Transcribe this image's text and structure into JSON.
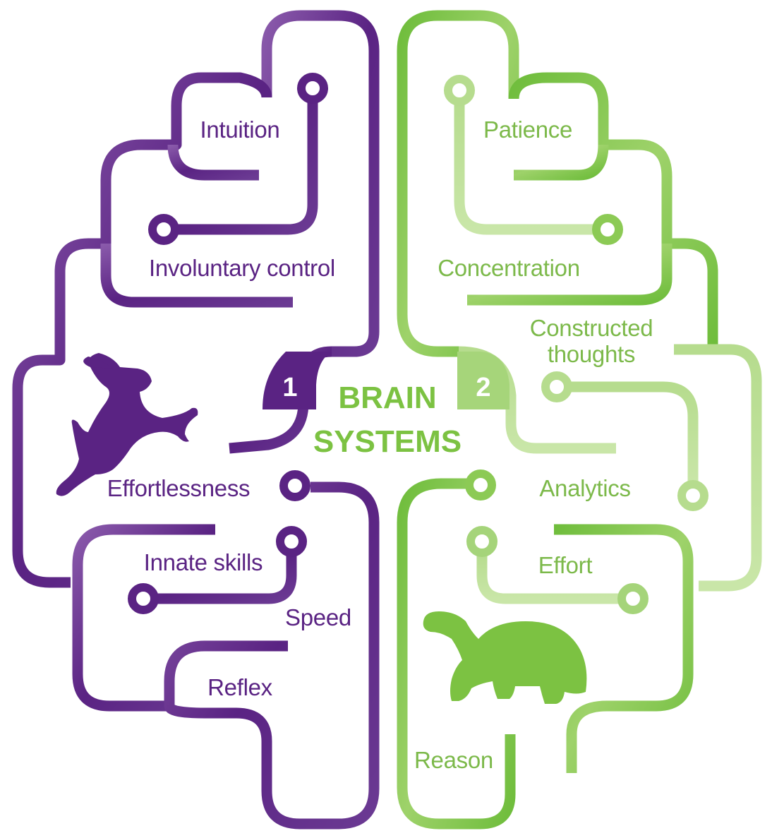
{
  "title": {
    "line1": "BRAIN",
    "line2": "SYSTEMS"
  },
  "system_1": {
    "number": "1",
    "color": "#5a2383",
    "animal_icon": "hare-icon",
    "labels": {
      "intuition": "Intuition",
      "involuntary_control": "Involuntary control",
      "effortlessness": "Effortlessness",
      "innate_skills": "Innate skills",
      "speed": "Speed",
      "reflex": "Reflex"
    }
  },
  "system_2": {
    "number": "2",
    "color": "#7cc242",
    "animal_icon": "tortoise-icon",
    "labels": {
      "patience": "Patience",
      "concentration": "Concentration",
      "constructed_thoughts_1": "Constructed",
      "constructed_thoughts_2": "thoughts",
      "analytics": "Analytics",
      "effort": "Effort",
      "reason": "Reason"
    }
  }
}
